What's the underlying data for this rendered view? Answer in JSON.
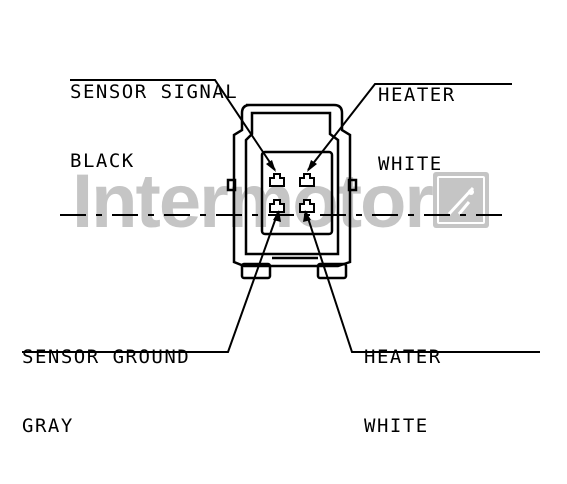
{
  "labels": {
    "sensor_signal": {
      "line1": "SENSOR SIGNAL",
      "line2": "BLACK"
    },
    "heater_top": {
      "line1": "HEATER",
      "line2": "WHITE"
    },
    "sensor_ground": {
      "line1": "SENSOR GROUND",
      "line2": "GRAY"
    },
    "heater_bottom": {
      "line1": "HEATER",
      "line2": "WHITE"
    }
  },
  "watermark": {
    "text": "Intermotor",
    "logo": "intermotor-logo-icon"
  },
  "colors": {
    "line": "#000000",
    "watermark": "#969696"
  }
}
